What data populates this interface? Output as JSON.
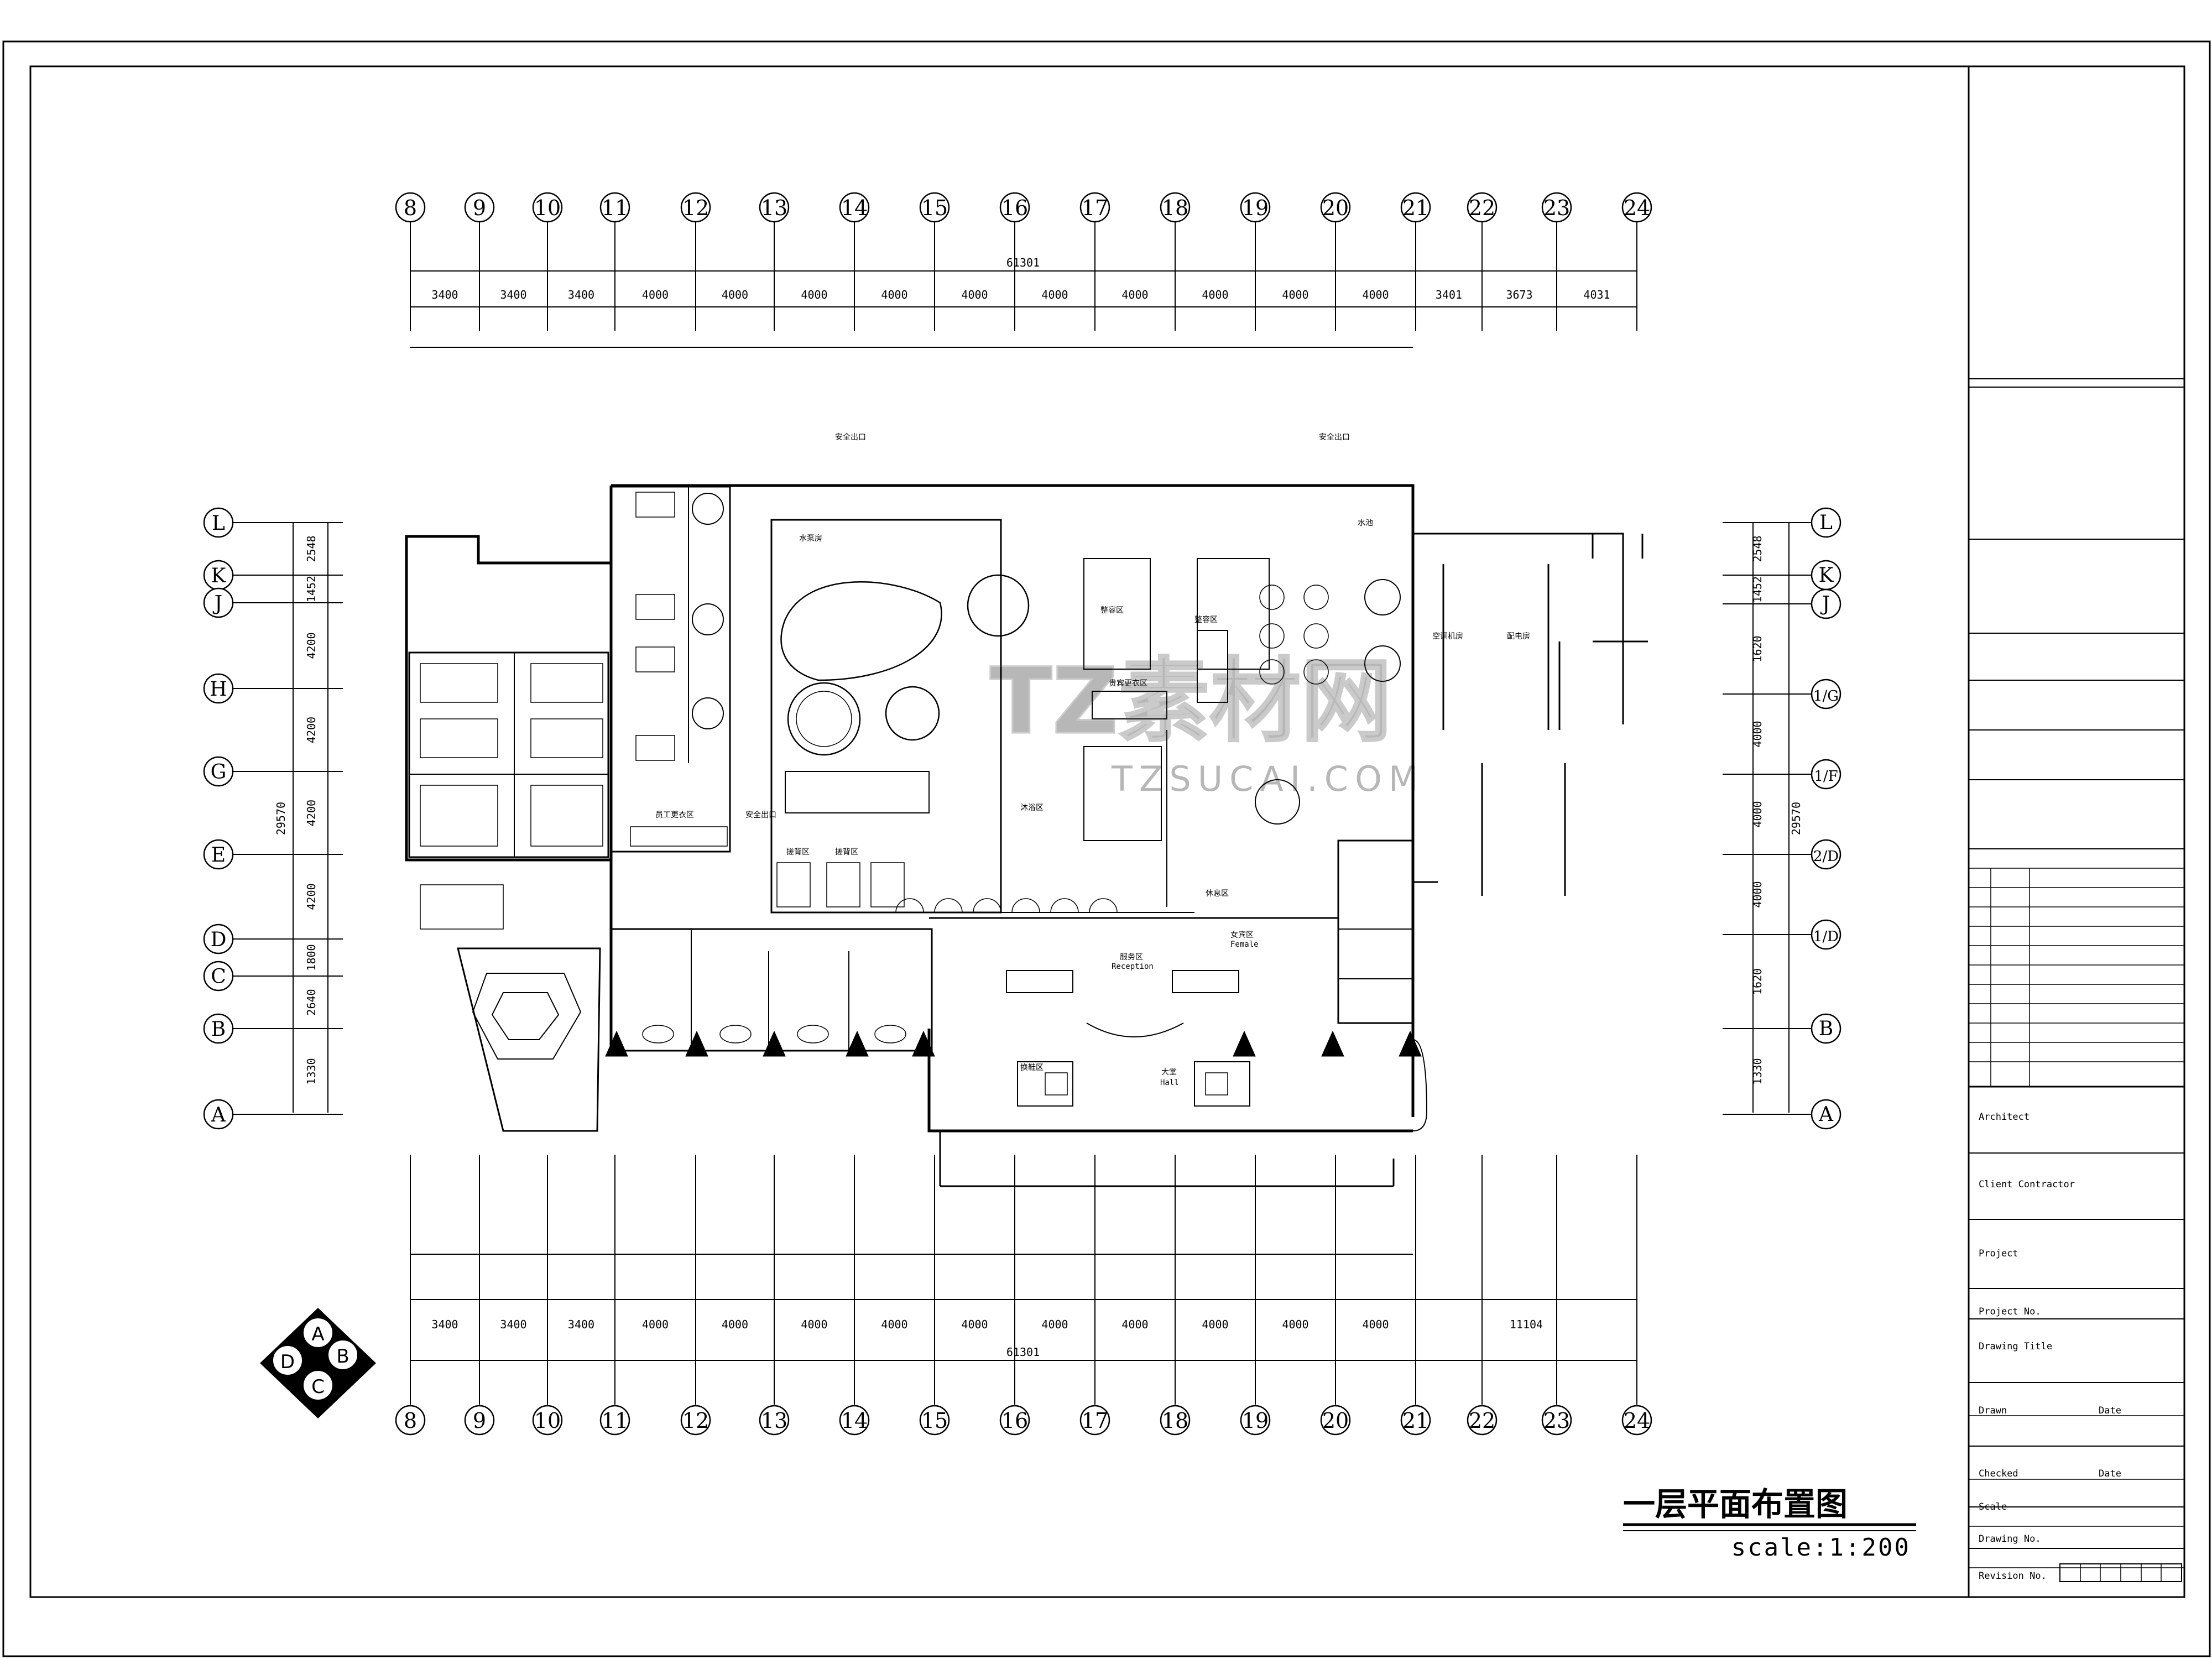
{
  "drawing": {
    "title": "一层平面布置图",
    "scale": "scale:1:200"
  },
  "watermark": {
    "brand": "TZ素材网",
    "site": "TZSUCAI.COM"
  },
  "axes": {
    "columns": [
      "8",
      "9",
      "10",
      "11",
      "12",
      "13",
      "14",
      "15",
      "16",
      "17",
      "18",
      "19",
      "20",
      "21",
      "22",
      "23",
      "24"
    ],
    "top_total": "61301",
    "bottom_total": "61301",
    "top_spacings": [
      "3400",
      "3400",
      "3400",
      "4000",
      "4000",
      "4000",
      "4000",
      "4000",
      "4000",
      "4000",
      "4000",
      "4000",
      "4000",
      "3401",
      "3673",
      "4031"
    ],
    "bottom_spacings": [
      "3400",
      "3400",
      "3400",
      "4000",
      "4000",
      "4000",
      "4000",
      "4000",
      "4000",
      "4000",
      "4000",
      "4000",
      "4000"
    ],
    "bottom_last_span": "11104",
    "rows_left": [
      "L",
      "K",
      "J",
      "H",
      "G",
      "E",
      "D",
      "C",
      "B",
      "A"
    ],
    "left_spacings": [
      "2548",
      "1452",
      "4200",
      "4200",
      "4200",
      "4200",
      "1800",
      "2640",
      "1330"
    ],
    "left_total": "29570",
    "rows_right": [
      "L",
      "K",
      "J",
      "1/G",
      "1/F",
      "2/D",
      "1/D",
      "B",
      "A"
    ],
    "right_spacings": [
      "2548",
      "1452",
      "1620",
      "4000",
      "4000",
      "4000",
      "1620",
      "1330"
    ],
    "right_total": "29570"
  },
  "rooms": {
    "safety_exit_1": "安全出口",
    "safety_exit_2": "安全出口",
    "safety_exit_3": "安全出口",
    "water_pump": "水泵房",
    "water_pool": "水池",
    "staff_change": "员工更衣区",
    "vip_change": "贵宾更衣区",
    "makeup_left": "整容区",
    "makeup_right": "整容区",
    "bath_area": "沐浴区",
    "rest_left": "搓背区",
    "rest_mid": "搓背区",
    "rest_right": "休息区",
    "reception": "服务区",
    "reception_en": "Reception",
    "female": "女宾区",
    "female_en": "Female",
    "hall": "大堂",
    "hall_en": "Hall",
    "shoe_area": "换鞋区",
    "aircon_room": "空调机房",
    "power_room": "配电房"
  },
  "compass": [
    "A",
    "B",
    "C",
    "D"
  ],
  "title_block": {
    "architect": "Architect",
    "client": "Client Contractor",
    "project": "Project",
    "project_no": "Project No.",
    "drawing_title": "Drawing Title",
    "drawn": "Drawn",
    "date1": "Date",
    "checked": "Checked",
    "date2": "Date",
    "scale": "Scale",
    "drawing_no": "Drawing No.",
    "revision_no": "Revision No."
  }
}
